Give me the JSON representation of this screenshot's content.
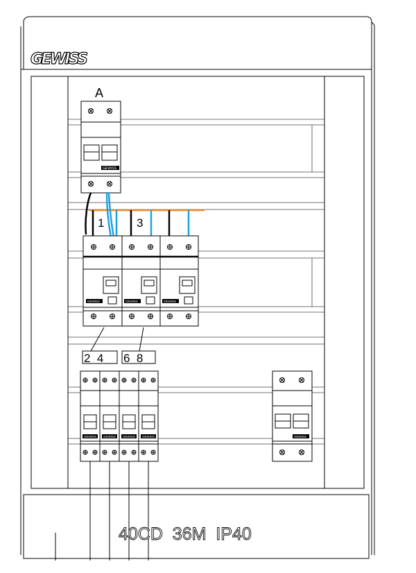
{
  "enclosure": {
    "brand": "GEWISS",
    "model_label": "40CD  36M  IP40"
  },
  "top_breaker": {
    "label": "A",
    "brand_mark": "GEWISS"
  },
  "middle_row": {
    "circuit_labels": [
      "1",
      "3"
    ],
    "output_labels": [
      "2  4",
      "6  8"
    ],
    "module_brand_mark": "GEWISS"
  },
  "bottom_row": {
    "module_brand_mark": "GEWISS"
  },
  "colors": {
    "neutral_wire": "#1ea0e0",
    "phase_wire": "#000000",
    "busbar": "#f08a28"
  }
}
